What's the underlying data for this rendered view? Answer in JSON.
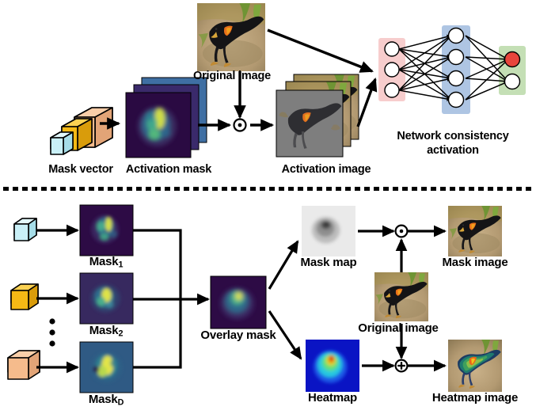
{
  "figure": {
    "title": "Mask-based network consistency activation and heatmap generation pipeline",
    "divider": "dashed-horizontal-separator"
  },
  "colors": {
    "arrow": "#000000",
    "text": "#000000",
    "input_layer_bg": "#f7cdcd",
    "hidden_layer_bg": "#aec5e3",
    "output_layer_bg": "#c4dfb5",
    "node_fill": "#ffffff",
    "node_active_fill": "#e8453c",
    "node_stroke": "#000000",
    "cube_small": "#c9f0f7",
    "cube_medium": "#f5b915",
    "cube_large": "#f5bb8c",
    "mask_dark": "#2a0a42",
    "mask_hot": "#e8e33c",
    "mask_mid": "#3ba78c",
    "stack_back": "#3f6fa3",
    "stack_mid": "#3a2a6b",
    "maskmap_bg": "#e8e8e8",
    "maskmap_blob": "#3a3a3a",
    "heatmap_bg": "#0a17c8",
    "heatmap_core": "#d8171c",
    "photo_ground": "#b49a6e",
    "photo_bird": "#17171a",
    "photo_wing": "#e8701a",
    "photo_grass": "#7d9a3c",
    "activation_gray": "#7e7e7e"
  },
  "top_section": {
    "name": "network-consistency-activation-pipeline",
    "labels": {
      "mask_vector": "Mask vector",
      "activation_mask": "Activation mask",
      "original_image": "Original image",
      "activation_image": "Activation image",
      "network": "Network consistency\nactivation",
      "network_line1": "Network consistency",
      "network_line2": "activation"
    },
    "operator": {
      "symbol": "⊙",
      "name": "elementwise-multiply-operator"
    },
    "mask_vector_cubes": [
      {
        "name": "cube-small",
        "color": "#c9f0f7",
        "size": "small"
      },
      {
        "name": "cube-medium",
        "color": "#f5b915",
        "size": "medium"
      },
      {
        "name": "cube-large",
        "color": "#f5bb8c",
        "size": "large"
      }
    ],
    "network": {
      "input_nodes": 3,
      "hidden_nodes": 4,
      "output_nodes": 2,
      "active_output_index": 0
    }
  },
  "bottom_section": {
    "name": "mask-overlay-heatmap-pipeline",
    "labels": {
      "mask_1": "Mask",
      "mask_1_sub": "1",
      "mask_2": "Mask",
      "mask_2_sub": "2",
      "mask_d": "Mask",
      "mask_d_sub": "D",
      "overlay_mask": "Overlay mask",
      "mask_map": "Mask map",
      "mask_image": "Mask image",
      "heatmap": "Heatmap",
      "heatmap_image": "Heatmap image",
      "original_image": "Original image",
      "ellipsis": "vertical-dots"
    },
    "operators": [
      {
        "symbol": "⊙",
        "name": "elementwise-multiply-operator",
        "branch": "mask"
      },
      {
        "symbol": "⊕",
        "name": "addition-operator",
        "branch": "heatmap"
      }
    ],
    "cubes": [
      {
        "name": "cube-small-mask1",
        "color": "#c9f0f7"
      },
      {
        "name": "cube-medium-mask2",
        "color": "#f5b915"
      },
      {
        "name": "cube-large-maskd",
        "color": "#f5bb8c"
      }
    ]
  }
}
